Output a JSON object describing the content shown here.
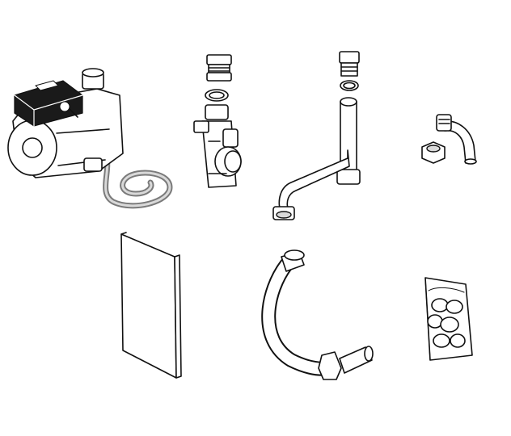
{
  "diagram": {
    "type": "parts-kit-illustration",
    "background_color": "#ffffff",
    "line_color": "#111111",
    "shade_colors": [
      "#d9d9d9",
      "#1a1a1a",
      "#7a7a7a"
    ],
    "parts": [
      {
        "id": "circulation-pump",
        "icon": "pump-with-cable-icon"
      },
      {
        "id": "valve-fitting-set",
        "icon": "valve-with-nut-and-seal-icon"
      },
      {
        "id": "angled-pipe-set",
        "icon": "bent-pipe-with-nut-and-seal-icon"
      },
      {
        "id": "small-elbow-set",
        "icon": "elbow-and-nut-icon"
      },
      {
        "id": "instruction-manual",
        "icon": "booklet-icon"
      },
      {
        "id": "corrugated-hose",
        "icon": "flexible-hose-icon"
      },
      {
        "id": "seal-pack",
        "icon": "bag-of-o-rings-icon"
      }
    ]
  }
}
